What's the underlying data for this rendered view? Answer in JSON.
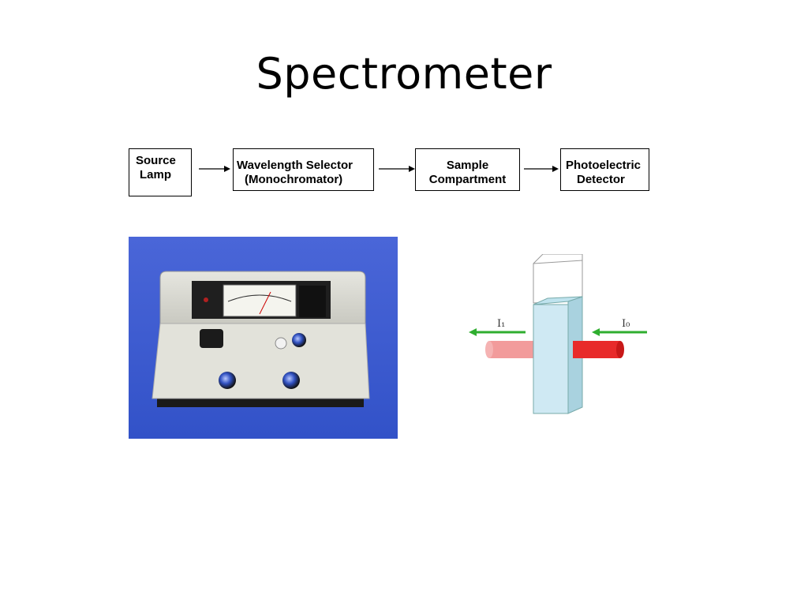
{
  "slide": {
    "title": "Spectrometer"
  },
  "flow": {
    "source": {
      "line1": "Source",
      "line2": "Lamp"
    },
    "selector": {
      "line1": "Wavelength Selector",
      "line2": "(Monochromator)"
    },
    "sample": {
      "line1": "Sample",
      "line2": "Compartment"
    },
    "detector": {
      "line1": "Photoelectric",
      "line2": "Detector"
    }
  },
  "diagram": {
    "out_label": "I₁",
    "in_label": "I₀"
  },
  "colors": {
    "photo_bg": "#3b5bd0",
    "instrument": "#d8d8d0",
    "beam_in": "#e82a2a",
    "beam_out": "#f29b9b",
    "arrow_green": "#2fae2f",
    "cuvette": "#cfe9f3"
  }
}
